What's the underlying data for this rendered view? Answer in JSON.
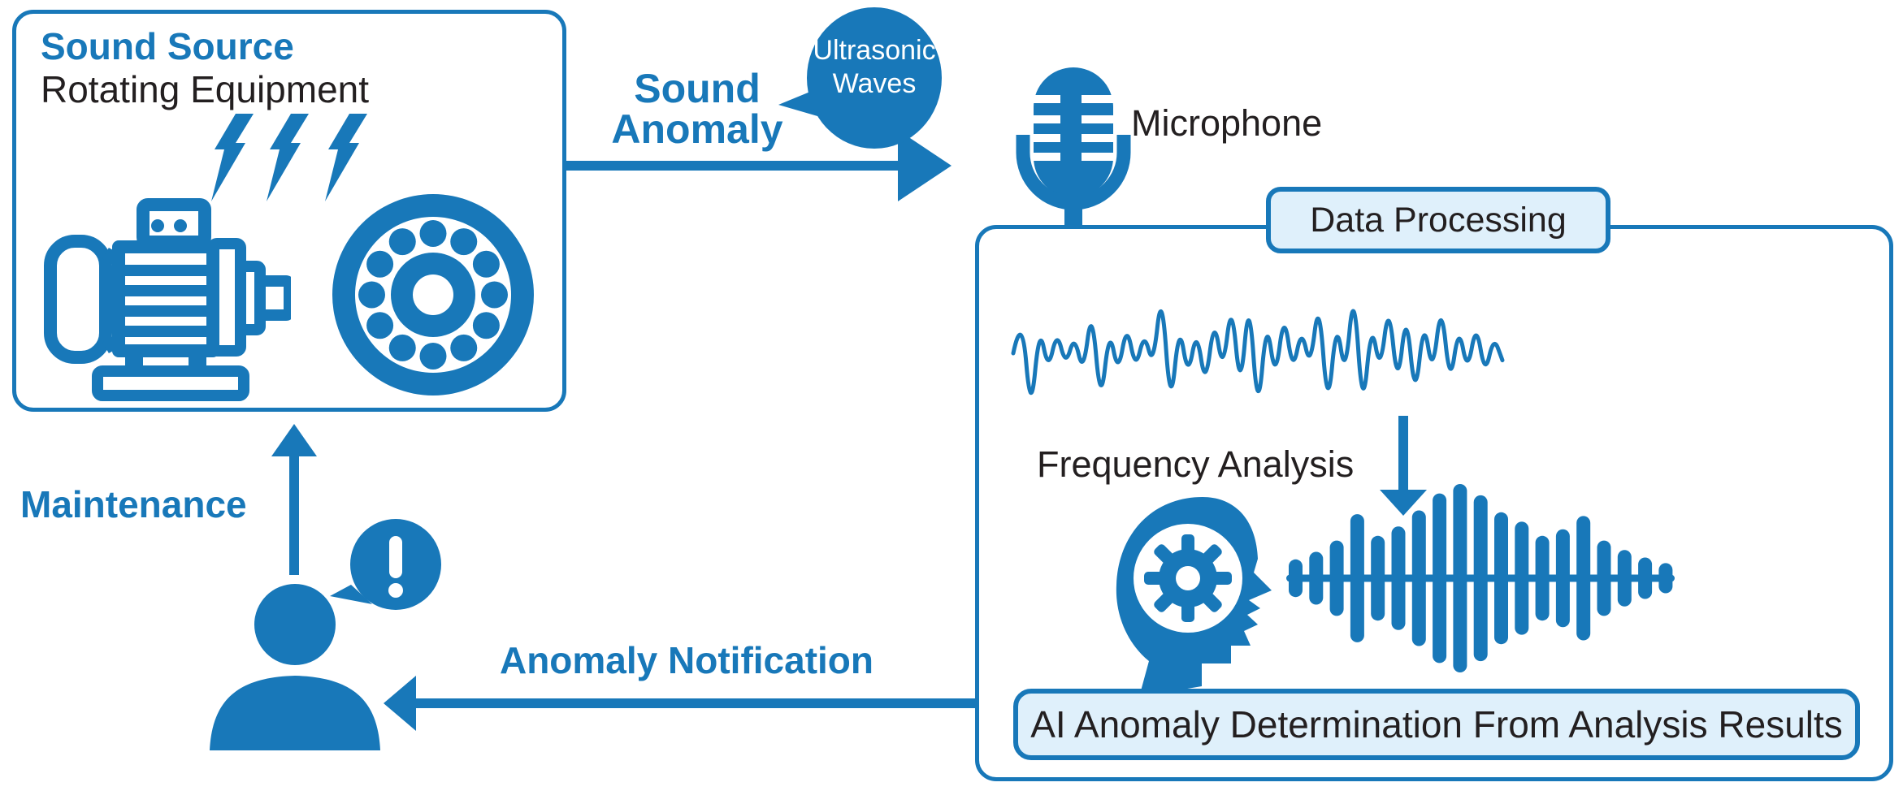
{
  "colors": {
    "primary_blue": "#1878b9",
    "badge_fill": "#dff0fb",
    "text_dark": "#231f20",
    "bubble_text": "#ffffff",
    "background": "#ffffff"
  },
  "sound_source": {
    "title": "Sound Source",
    "subtitle": "Rotating Equipment"
  },
  "flow_labels": {
    "sound_anomaly": "Sound\nAnomaly",
    "ultrasonic_waves": "Ultrasonic\nWaves",
    "microphone": "Microphone",
    "maintenance": "Maintenance",
    "anomaly_notification": "Anomaly Notification"
  },
  "data_processing": {
    "title": "Data Processing",
    "frequency_analysis": "Frequency Analysis",
    "ai_badge": "AI Anomaly Determination From Analysis Results",
    "waveform": [
      0,
      0.6,
      -0.92,
      0.4,
      -0.25,
      0.32,
      -0.18,
      0.26,
      -0.3,
      0.68,
      -0.78,
      0.36,
      -0.3,
      0.42,
      -0.24,
      0.3,
      -0.2,
      0.95,
      -0.85,
      0.44,
      -0.35,
      0.35,
      -0.5,
      0.52,
      -0.28,
      0.78,
      -0.6,
      0.88,
      -0.95,
      0.52,
      -0.4,
      0.6,
      -0.28,
      0.36,
      -0.22,
      0.82,
      -0.88,
      0.5,
      -0.36,
      1.0,
      -0.9,
      0.46,
      -0.28,
      0.75,
      -0.52,
      0.65,
      -0.7,
      0.5,
      -0.32,
      0.76,
      -0.48,
      0.4,
      -0.28,
      0.44,
      -0.32,
      0.24,
      -0.1
    ],
    "spectrum_bars": [
      0.2,
      0.28,
      0.4,
      0.68,
      0.45,
      0.55,
      0.72,
      0.9,
      1.0,
      0.88,
      0.7,
      0.6,
      0.45,
      0.52,
      0.66,
      0.4,
      0.3,
      0.22,
      0.16
    ]
  },
  "icons": {
    "lightning": "lightning-bolt-icon",
    "motor": "electric-motor-icon",
    "bearing": "ball-bearing-icon",
    "microphone": "microphone-icon",
    "speech_bubble": "speech-bubble-icon",
    "ai_head": "ai-brain-gear-icon",
    "spectrum": "audio-spectrum-icon",
    "person": "person-icon",
    "exclamation": "exclamation-bubble-icon"
  }
}
